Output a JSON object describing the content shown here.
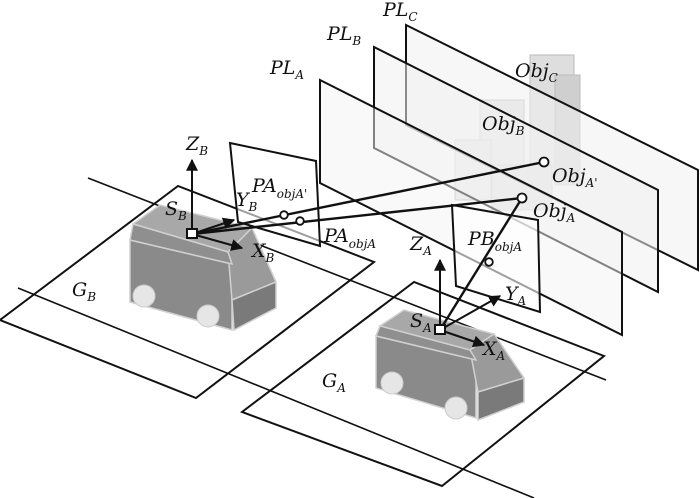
{
  "labels": {
    "pl_c": {
      "main": "PL",
      "sub": "C"
    },
    "pl_b": {
      "main": "PL",
      "sub": "B"
    },
    "pl_a": {
      "main": "PL",
      "sub": "A"
    },
    "obj_c": {
      "main": "Obj",
      "sub": "C"
    },
    "obj_b": {
      "main": "Obj",
      "sub": "B"
    },
    "obj_a_prime": {
      "main": "Obj",
      "sub": "A'"
    },
    "obj_a": {
      "main": "Obj",
      "sub": "A"
    },
    "z_b": {
      "main": "Z",
      "sub": "B"
    },
    "y_b": {
      "main": "Y",
      "sub": "B"
    },
    "x_b": {
      "main": "X",
      "sub": "B"
    },
    "s_b": {
      "main": "S",
      "sub": "B"
    },
    "g_b": {
      "main": "G",
      "sub": "B"
    },
    "pa_obj_a_prime": {
      "main": "PA",
      "sub": "objA'"
    },
    "pa_obj_a": {
      "main": "PA",
      "sub": "objA"
    },
    "z_a": {
      "main": "Z",
      "sub": "A"
    },
    "pb_obj_a": {
      "main": "PB",
      "sub": "objA"
    },
    "y_a": {
      "main": "Y",
      "sub": "A"
    },
    "s_a": {
      "main": "S",
      "sub": "A"
    },
    "x_a": {
      "main": "X",
      "sub": "A"
    },
    "g_a": {
      "main": "G",
      "sub": "A"
    }
  },
  "colors": {
    "car_body": "#8a8a8a",
    "car_roof": "#a8a8a8",
    "plane_fill": "#eeeeee",
    "building": "#e4e4e4",
    "stroke": "#111111"
  }
}
